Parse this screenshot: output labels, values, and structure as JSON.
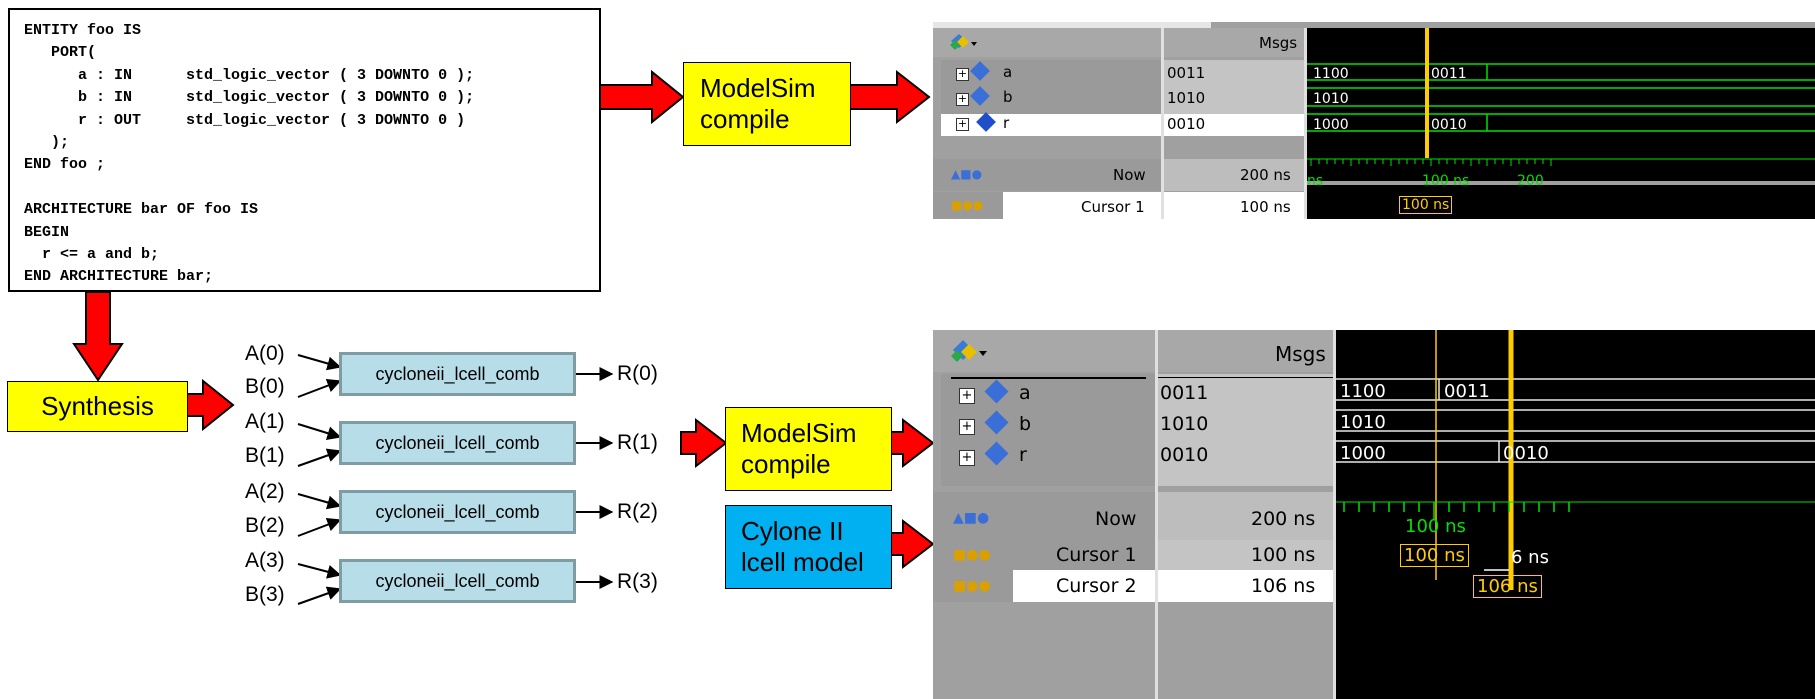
{
  "code": {
    "lines": [
      "ENTITY foo IS",
      "   PORT(",
      "      a : IN      std_logic_vector ( 3 DOWNTO 0 );",
      "      b : IN      std_logic_vector ( 3 DOWNTO 0 );",
      "      r : OUT     std_logic_vector ( 3 DOWNTO 0 )",
      "   );",
      "END foo ;",
      "",
      "ARCHITECTURE bar OF foo IS",
      "BEGIN",
      "  r <= a and b;",
      "END ARCHITECTURE bar;"
    ]
  },
  "boxes": {
    "modelsim_top": [
      "ModelSim",
      "compile"
    ],
    "modelsim_bottom": [
      "ModelSim",
      "compile"
    ],
    "synthesis": "Synthesis",
    "cyclone": [
      "Cylone II",
      "lcell model"
    ]
  },
  "cells": [
    {
      "label": "cycloneii_lcell_comb",
      "in_a": "A(0)",
      "in_b": "B(0)",
      "out": "R(0)"
    },
    {
      "label": "cycloneii_lcell_comb",
      "in_a": "A(1)",
      "in_b": "B(1)",
      "out": "R(1)"
    },
    {
      "label": "cycloneii_lcell_comb",
      "in_a": "A(2)",
      "in_b": "B(2)",
      "out": "R(2)"
    },
    {
      "label": "cycloneii_lcell_comb",
      "in_a": "A(3)",
      "in_b": "B(3)",
      "out": "R(3)"
    }
  ],
  "wave_top": {
    "msgs_header": "Msgs",
    "signals": [
      {
        "name": "a",
        "value": "0011",
        "wave_vals": [
          "1100",
          "0011"
        ]
      },
      {
        "name": "b",
        "value": "1010",
        "wave_vals": [
          "1010"
        ]
      },
      {
        "name": "r",
        "value": "0010",
        "wave_vals": [
          "1000",
          "0010"
        ]
      }
    ],
    "now_label": "Now",
    "now_value": "200 ns",
    "cursor1_label": "Cursor 1",
    "cursor1_value": "100 ns",
    "time_ticks": [
      "ns",
      "100 ns",
      "200"
    ],
    "cursor_flag": "100 ns"
  },
  "wave_bottom": {
    "msgs_header": "Msgs",
    "signals": [
      {
        "name": "a",
        "value": "0011",
        "wave_vals": [
          "1100",
          "0011"
        ]
      },
      {
        "name": "b",
        "value": "1010",
        "wave_vals": [
          "1010"
        ]
      },
      {
        "name": "r",
        "value": "0010",
        "wave_vals": [
          "1000",
          "0010"
        ]
      }
    ],
    "now_label": "Now",
    "now_value": "200 ns",
    "cursor1_label": "Cursor 1",
    "cursor1_value": "100 ns",
    "cursor2_label": "Cursor 2",
    "cursor2_value": "106 ns",
    "time_ticks": [
      "100 ns"
    ],
    "cursor1_flag": "100 ns",
    "delta_label": "6 ns",
    "cursor2_flag": "106 ns"
  },
  "colors": {
    "arrow_fill": "#ff0000",
    "yellow_box": "#ffff00",
    "blue_box": "#00b0f0",
    "cell_fill": "#b7dde8",
    "cursor": "#ffcc00",
    "wave_green": "#00ff00"
  }
}
